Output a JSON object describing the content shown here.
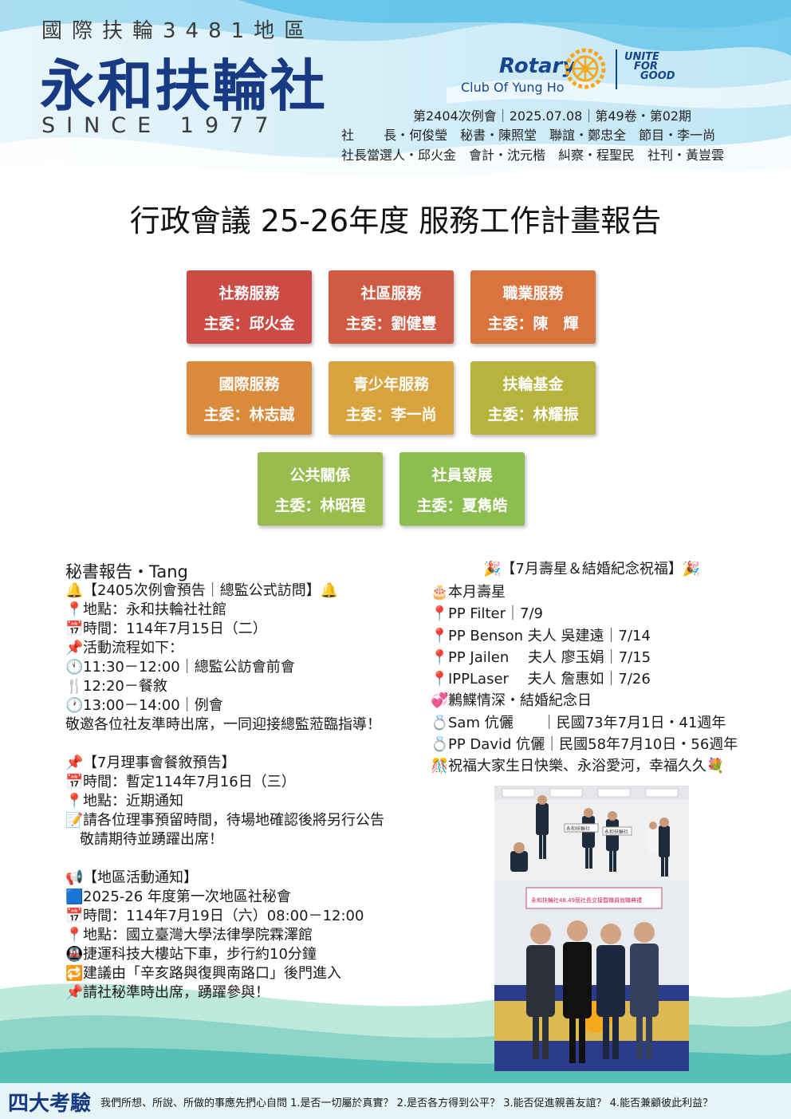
{
  "header": {
    "district": "國際扶輪3481地區",
    "club_name": "永和扶輪社",
    "since": "SINCE 1977",
    "rotary": "Rotary",
    "rotary_sub": "Club Of Yung Ho",
    "unite_line1": "UNITE",
    "unite_line2": "FOR",
    "unite_line3": "GOOD",
    "meta_line1": "第2404次例會｜2025.07.08｜第49卷・第02期",
    "meta_line2": "社　　 長・何俊瑩　秘書・陳照堂　聯誼・鄭忠全　節目・李一尚",
    "meta_line3": "社長當選人・邱火金　會計・沈元楷　糾察・程聖民　社刊・黃豈雲"
  },
  "title": "行政會議 25-26年度 服務工作計畫報告",
  "committees": [
    {
      "name": "社務服務",
      "chair": "主委：邱火金",
      "color": "#cc4b45"
    },
    {
      "name": "社區服務",
      "chair": "主委：劉健豐",
      "color": "#d15a42"
    },
    {
      "name": "職業服務",
      "chair": "主委：陳　輝",
      "color": "#d9743f"
    },
    {
      "name": "國際服務",
      "chair": "主委：林志誠",
      "color": "#d98a3b"
    },
    {
      "name": "青少年服務",
      "chair": "主委：李一尚",
      "color": "#d8a33c"
    },
    {
      "name": "扶輪基金",
      "chair": "主委：林耀振",
      "color": "#b7b33f"
    },
    {
      "name": "公共關係",
      "chair": "主委：林昭程",
      "color": "#98bd4c"
    },
    {
      "name": "社員發展",
      "chair": "主委：夏雋皓",
      "color": "#8bbd4f"
    }
  ],
  "secretary": {
    "heading": "秘書報告・Tang",
    "lines": [
      {
        "icon": "🔔",
        "text": "【2405次例會預告｜總監公式訪問】🔔"
      },
      {
        "icon": "📍",
        "text": "地點：永和扶輪社社館"
      },
      {
        "icon": "📅",
        "text": "時間：114年7月15日（二）"
      },
      {
        "icon": "📌",
        "text": "活動流程如下："
      },
      {
        "icon": "🕚",
        "text": "11:30－12:00｜總監公訪會前會"
      },
      {
        "icon": "🍴",
        "text": "12:20－餐敘"
      },
      {
        "icon": "🕐",
        "text": "13:00－14:00｜例會"
      },
      {
        "icon": "",
        "text": "敬邀各位社友準時出席，一同迎接總監蒞臨指導！"
      },
      {
        "icon": "",
        "text": ""
      },
      {
        "icon": "📌",
        "text": "【7月理事會餐敘預告】"
      },
      {
        "icon": "📅",
        "text": "時間：暫定114年7月16日（三）"
      },
      {
        "icon": "📍",
        "text": "地點：近期通知"
      },
      {
        "icon": "📝",
        "text": "請各位理事預留時間，待場地確認後將另行公告"
      },
      {
        "icon": "",
        "text": "　敬請期待並踴躍出席！"
      },
      {
        "icon": "",
        "text": ""
      },
      {
        "icon": "📢",
        "text": "【地區活動通知】"
      },
      {
        "icon": "🟦",
        "text": "2025-26 年度第一次地區社秘會"
      },
      {
        "icon": "📅",
        "text": "時間：114年7月19日（六）08:00－12:00"
      },
      {
        "icon": "📍",
        "text": "地點：國立臺灣大學法律學院霖澤館"
      },
      {
        "icon": "🚇",
        "text": "捷運科技大樓站下車，步行約10分鐘"
      },
      {
        "icon": "🔁",
        "text": "建議由「辛亥路與復興南路口」後門進入"
      },
      {
        "icon": "📌",
        "text": "請社秘準時出席，踴躍參與！"
      }
    ]
  },
  "birthday": {
    "heading": "🎉【7月壽星＆結婚紀念祝福】🎉",
    "lines": [
      {
        "icon": "🎂",
        "text": "本月壽星"
      },
      {
        "icon": "📍",
        "text": "PP Filter｜7/9"
      },
      {
        "icon": "📍",
        "text": "PP Benson 夫人 吳建遠｜7/14"
      },
      {
        "icon": "📍",
        "text": "PP Jailen　 夫人 廖玉娟｜7/15"
      },
      {
        "icon": "📍",
        "text": "IPPLaser　 夫人 詹惠如｜7/26"
      },
      {
        "icon": "💞",
        "text": "鶼鰈情深・結婚紀念日"
      },
      {
        "icon": "💍",
        "text": "Sam 伉儷　　｜民國73年7月1日・41週年"
      },
      {
        "icon": "💍",
        "text": "PP David 伉儷｜民國58年7月10日・56週年"
      },
      {
        "icon": "🎊",
        "text": "祝福大家生日快樂、永浴愛河，幸福久久💐"
      }
    ]
  },
  "photo": {
    "banner_text": "永和扶輪社48.49屆社長交接暨職員就職典禮",
    "sign1": "永和扶輪社",
    "sign2": "永和扶輪社"
  },
  "footer": {
    "title": "四大考驗",
    "text": "我們所想、所說、所做的事應先捫心自問 1.是否一切屬於真實？ 2.是否各方得到公平？ 3.能否促進親善友誼？ 4.能否兼顧彼此利益？"
  }
}
